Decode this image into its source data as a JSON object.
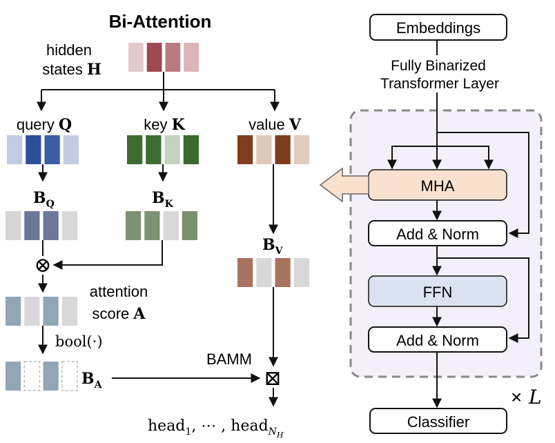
{
  "colors": {
    "hidden": [
      "#e3c9cb",
      "#9c4a51",
      "#b87b80",
      "#dcb5b9"
    ],
    "query": [
      "#c1cde2",
      "#2d4f98",
      "#3b5ea3",
      "#c2cde3"
    ],
    "key": [
      "#3d6b2f",
      "#3f6c31",
      "#c7d1c0",
      "#3b6a2d"
    ],
    "value": [
      "#7f3f1d",
      "#dfc9bb",
      "#7e3e1c",
      "#e1cbbe"
    ],
    "bq": [
      "#d6d6d6",
      "#6a7798",
      "#6b7899",
      "#d8d8d8"
    ],
    "bk": [
      "#7c9171",
      "#7d9272",
      "#d8d8d8",
      "#7b9070"
    ],
    "bv": [
      "#a8735d",
      "#d8d8d8",
      "#a8735d",
      "#d8d8d8"
    ],
    "attn": [
      "#92a6b4",
      "#d9d9d9",
      "#92a6b4",
      "#d9d9d9"
    ],
    "ba": [
      "#92a6b4",
      "dashed",
      "#92a6b4",
      "dashed"
    ],
    "mha_fill": "#f9e1cf",
    "ffn_fill": "#dbe3f2",
    "layer_bg": "#f3f0fb",
    "layer_border": "#888888"
  },
  "left": {
    "title": "Bi-Attention",
    "hidden_line1": "hidden",
    "hidden_line2_text": "states ",
    "hidden_line2_sym": "H",
    "query_text": "query ",
    "query_sym": "Q",
    "key_text": "key ",
    "key_sym": "K",
    "value_text": "value ",
    "value_sym": "V",
    "bq_base": "B",
    "bq_sub": "Q",
    "bk_base": "B",
    "bk_sub": "K",
    "bv_base": "B",
    "bv_sub": "V",
    "attn_line1": "attention",
    "attn_line2_text": "score ",
    "attn_line2_sym": "A",
    "bool_label": "bool(·)",
    "ba_base": "B",
    "ba_sub": "A",
    "bamm_label": "BAMM",
    "otimes": "⊗",
    "boxtimes": "⊠",
    "out_head1": "head",
    "out_sub1": "1",
    "out_mid": ", ⋯ , ",
    "out_head2": "head",
    "out_sub2": "N",
    "out_subsub2": "H"
  },
  "right": {
    "embeddings": "Embeddings",
    "fbtl_line1": "Fully Binarized",
    "fbtl_line2": "Transformer Layer",
    "mha": "MHA",
    "addnorm1": "Add & Norm",
    "ffn": "FFN",
    "addnorm2": "Add & Norm",
    "times_symbol": "×",
    "times_L": "L",
    "classifier": "Classifier"
  }
}
